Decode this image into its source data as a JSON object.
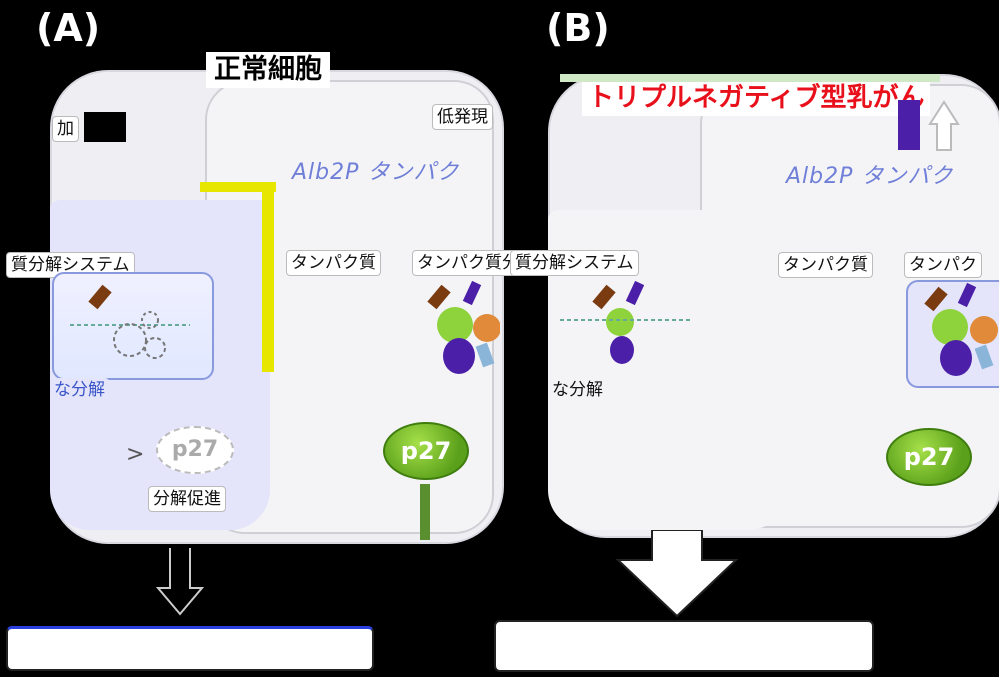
{
  "panelA": {
    "letter": "(A)",
    "title": "正常細胞",
    "label_top_left": "加",
    "label_top_right": "低発現",
    "blue_protein": "Alb2P タンパク",
    "system_left": "質分解システム",
    "system_right": "タンパク質分解システム",
    "protein_label": "タンパク質",
    "degradation": "な分解",
    "p27": "p27",
    "promote": "分解促進"
  },
  "panelB": {
    "letter": "(B)",
    "title": "トリプルネガティブ型乳がん",
    "blue_protein": "Alb2P タンパク",
    "system_left": "質分解システム",
    "protein_label": "タンパク質",
    "protein_label2": "タンパク",
    "degradation": "な分解",
    "p27": "p27"
  },
  "colors": {
    "title_red": "#e8101a",
    "p27_green": "#5aa01a",
    "up_purple": "#4b1fa8",
    "blue_text": "#6f7fd8",
    "lavender": "#e4e4fb"
  }
}
